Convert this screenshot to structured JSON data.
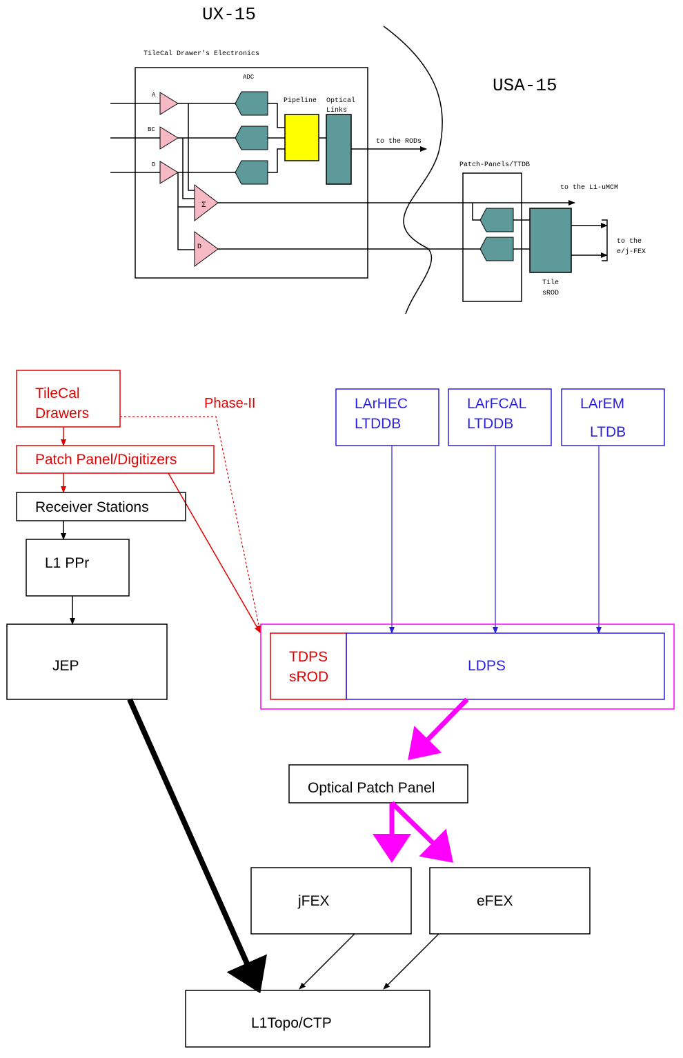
{
  "top": {
    "ux15": "UX-15",
    "usa15": "USA-15",
    "drawer_title": "TileCal Drawer's Electronics",
    "adc": "ADC",
    "ch_a": "A",
    "ch_bc": "BC",
    "ch_d": "D",
    "sum_sym": "Σ",
    "d_sym": "D",
    "pipeline": "Pipeline",
    "optical1": "Optical",
    "optical2": "Links",
    "to_rods": "to the RODs",
    "patch_ttdb": "Patch-Panels/TTDB",
    "to_l1": "to the L1-uMCM",
    "to_the": "to the",
    "efex": "e/j-FEX",
    "tile": "Tile",
    "srod": "sROD"
  },
  "bottom": {
    "tilecal1": "TileCal",
    "tilecal2": "Drawers",
    "phase2": "Phase-II",
    "patch_dig": "Patch Panel/Digitizers",
    "receiver": "Receiver Stations",
    "l1ppr": "L1 PPr",
    "jep": "JEP",
    "larhec1": "LArHEC",
    "larhec2": "LTDDB",
    "larfcal1": "LArFCAL",
    "larfcal2": "LTDDB",
    "larem1": "LArEM",
    "larem2": "LTDB",
    "tdps1": "TDPS",
    "tdps2": "sROD",
    "ldps": "LDPS",
    "optical_pp": "Optical Patch Panel",
    "jfex": "jFEX",
    "efex": "eFEX",
    "l1topo": "L1Topo/CTP"
  },
  "colors": {
    "red": "#e00000",
    "blue": "#2a1fe0",
    "magenta": "#ff00ff",
    "teal": "#5f9a9a",
    "pink": "#f7b9c4",
    "yellow": "#ffff00"
  }
}
